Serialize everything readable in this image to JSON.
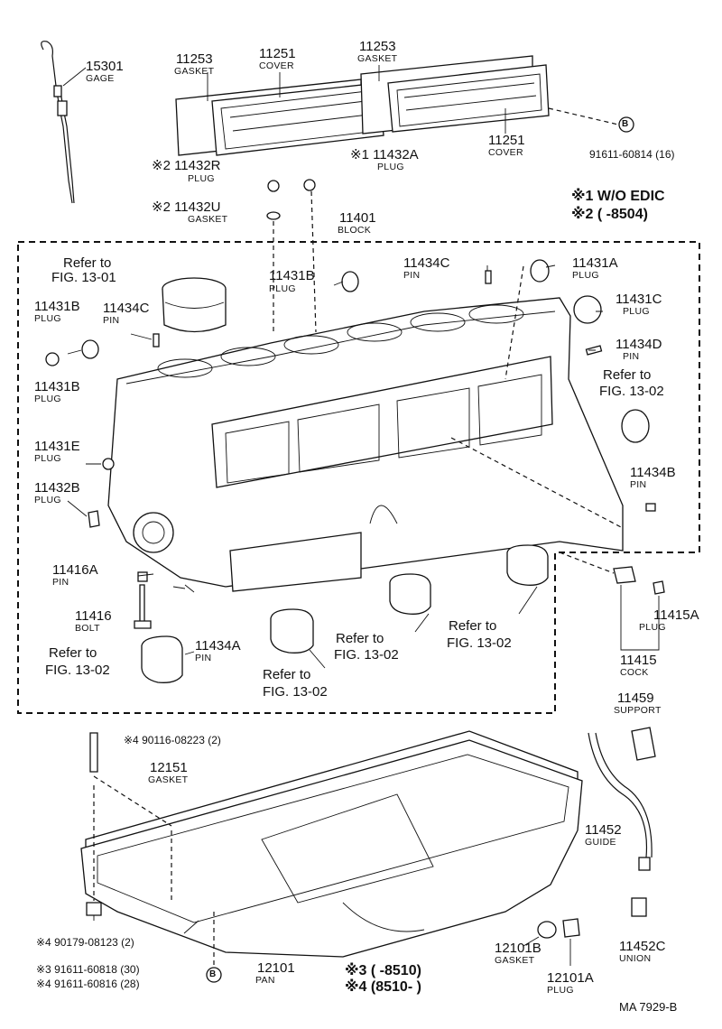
{
  "labels": {
    "gage_pn": "15301",
    "gage_nm": "GAGE",
    "gasket_l_pn": "11253",
    "gasket_l_nm": "GASKET",
    "cover_l_pn": "11251",
    "cover_l_nm": "COVER",
    "gasket_r_pn": "11253",
    "gasket_r_nm": "GASKET",
    "cover_r_pn": "11251",
    "cover_r_nm": "COVER",
    "bolt_top": "91611-60814 (16)",
    "plug_r_pn": "※2 11432R",
    "plug_r_nm": "PLUG",
    "plug_a_pn": "※1 11432A",
    "plug_a_nm": "PLUG",
    "gasket_u_pn": "※2 11432U",
    "gasket_u_nm": "GASKET",
    "note1": "※1 W/O EDIC",
    "note2": "※2 (      -8504)",
    "block_pn": "11401",
    "block_nm": "BLOCK",
    "ref_1301_a": "Refer to",
    "ref_1301_b": "FIG. 13-01",
    "plug_31b_top_pn": "11431B",
    "plug_31b_top_nm": "PLUG",
    "pin_34c_top_pn": "11434C",
    "pin_34c_top_nm": "PIN",
    "plug_31a_pn": "11431A",
    "plug_31a_nm": "PLUG",
    "plug_31b_l_pn": "11431B",
    "plug_31b_l_nm": "PLUG",
    "pin_34c_l_pn": "11434C",
    "pin_34c_l_nm": "PIN",
    "plug_31c_pn": "11431C",
    "plug_31c_nm": "PLUG",
    "pin_34d_pn": "11434D",
    "pin_34d_nm": "PIN",
    "plug_31b_l2_pn": "11431B",
    "plug_31b_l2_nm": "PLUG",
    "ref_1302_r_a": "Refer to",
    "ref_1302_r_b": "FIG. 13-02",
    "plug_31e_pn": "11431E",
    "plug_31e_nm": "PLUG",
    "pin_34b_pn": "11434B",
    "pin_34b_nm": "PIN",
    "plug_32b_pn": "11432B",
    "plug_32b_nm": "PLUG",
    "pin_16a_pn": "11416A",
    "pin_16a_nm": "PIN",
    "bolt_16_pn": "11416",
    "bolt_16_nm": "BOLT",
    "cock_15a_pn": "11415A",
    "cock_15a_nm": "PLUG",
    "cock_15_pn": "11415",
    "cock_15_nm": "COCK",
    "ref_1302_a1": "Refer to",
    "ref_1302_a2": "FIG. 13-02",
    "pin_34a_pn": "11434A",
    "pin_34a_nm": "PIN",
    "ref_1302_b1": "Refer to",
    "ref_1302_b2": "FIG. 13-02",
    "ref_1302_c1": "Refer to",
    "ref_1302_c2": "FIG. 13-02",
    "ref_1302_d1": "Refer to",
    "ref_1302_d2": "FIG. 13-02",
    "support_pn": "11459",
    "support_nm": "SUPPORT",
    "stud_pn": "※4 90116-08223 (2)",
    "pan_gasket_pn": "12151",
    "pan_gasket_nm": "GASKET",
    "guide_pn": "11452",
    "guide_nm": "GUIDE",
    "nut_pn": "※4 90179-08123 (2)",
    "pan_pn": "12101",
    "pan_nm": "PAN",
    "drain_gasket_pn": "12101B",
    "drain_gasket_nm": "GASKET",
    "drain_plug_pn": "12101A",
    "drain_plug_nm": "PLUG",
    "union_pn": "11452C",
    "union_nm": "UNION",
    "bolt3": "※3 91611-60818 (30)",
    "bolt4": "※4 91611-60816 (28)",
    "note3": "※3 (        -8510)",
    "note4": "※4 (8510-        )",
    "footer": "MA  7929-B",
    "circle_b": "B"
  }
}
